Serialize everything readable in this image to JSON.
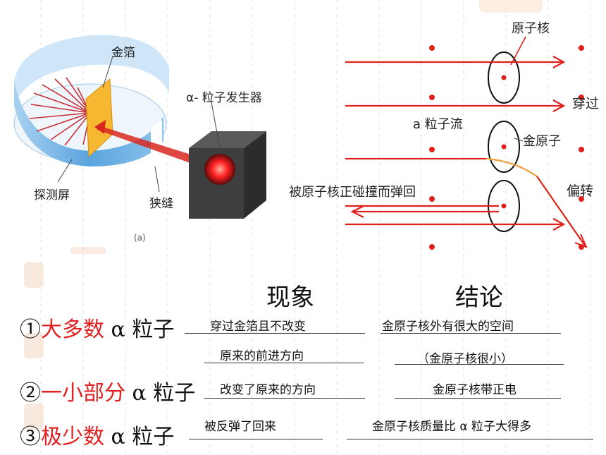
{
  "left_diagram": {
    "label_foil": "金箔",
    "label_source": "α- 粒子发生器",
    "label_screen": "探测屏",
    "label_slit": "狭缝",
    "label_caption": "(a)"
  },
  "right_diagram": {
    "label_nucleus": "原子核",
    "label_pass": "穿过",
    "label_stream": "a 粒子流",
    "label_gold_atom": "金原子",
    "label_deflect": "偏转",
    "label_bounce": "被原子核正碰撞而弹回"
  },
  "table": {
    "header_phenomenon": "现象",
    "header_conclusion": "结论",
    "rows": [
      {
        "prefix": "①",
        "highlight": "大多数",
        "suffix": " α 粒子",
        "phenomenon_1": "穿过金箔且不改变",
        "phenomenon_2": "原来的前进方向",
        "conclusion_1": "金原子核外有很大的空间",
        "conclusion_2": "（金原子核很小）"
      },
      {
        "prefix": "②",
        "highlight": "一小部分",
        "suffix": " α 粒子",
        "phenomenon_1": "改变了原来的方向",
        "conclusion_1": "金原子核带正电"
      },
      {
        "prefix": "③",
        "highlight": "极少数",
        "suffix": " α 粒子",
        "phenomenon_1": "被反弹了回来",
        "conclusion_1": "金原子核质量比 α 粒子大得多"
      }
    ]
  },
  "colors": {
    "highlight": "#e02020",
    "arrow_red": "#e0201c",
    "screen_blue": "#6aaee0",
    "foil_gold": "#f5b830",
    "deflect_orange": "#f0a040"
  }
}
